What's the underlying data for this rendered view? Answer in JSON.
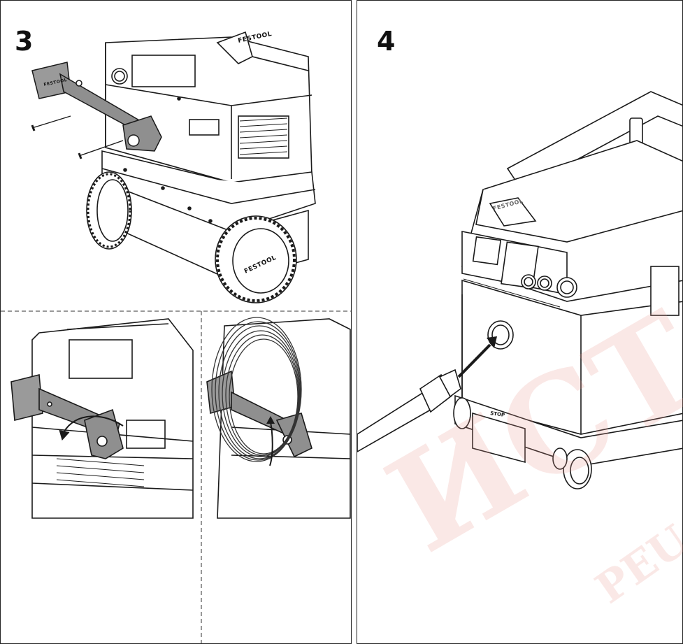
{
  "steps": {
    "left": {
      "number": "3"
    },
    "right": {
      "number": "4"
    }
  },
  "brand_text": "FESTOOL",
  "stop_label": "STOP",
  "watermark": {
    "main": "ИСТОЧ",
    "sub": "PEU"
  },
  "colors": {
    "line": "#1a1a1a",
    "gray_part": "#8f8f8f",
    "light_gray": "#d9d9d9",
    "watermark": "#e8a59a"
  }
}
